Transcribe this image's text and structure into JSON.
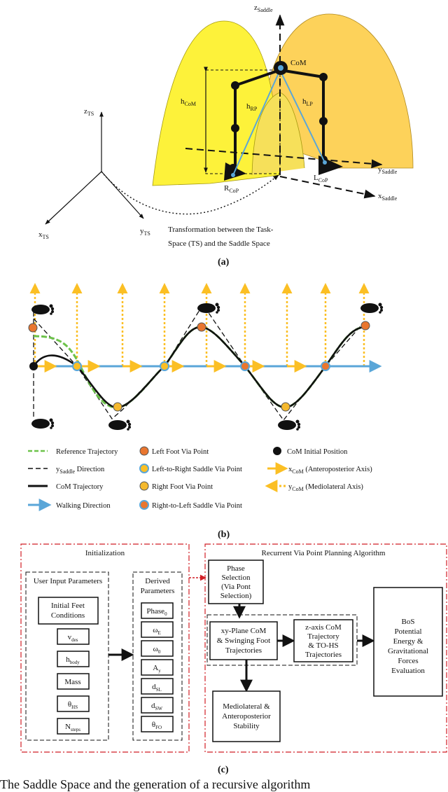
{
  "panel_a": {
    "label": "(a)",
    "z_saddle": "z",
    "z_saddle_sub": "Saddle",
    "com": "CoM",
    "h_com": "h",
    "h_com_sub": "CoM",
    "h_rp": "h",
    "h_rp_sub": "RP",
    "h_lp": "h",
    "h_lp_sub": "LP",
    "y_saddle": "y",
    "y_saddle_sub": "Saddle",
    "x_saddle": "x",
    "x_saddle_sub": "Saddle",
    "l_cop": "L",
    "l_cop_sub": "CoP",
    "r_cop": "R",
    "r_cop_sub": "CoP",
    "z_ts": "z",
    "z_ts_sub": "TS",
    "x_ts": "x",
    "x_ts_sub": "TS",
    "y_ts": "y",
    "y_ts_sub": "TS",
    "transform_line1": "Transformation between the Task-",
    "transform_line2": "Space (TS) and the Saddle Space",
    "colors": {
      "yellow": "#fdf23a",
      "orange": "#fdd25a",
      "blue": "#5aa6d8"
    }
  },
  "panel_b": {
    "label": "(b)",
    "legend": {
      "reference_trajectory": "Reference Trajectory",
      "y_saddle_direction": "y",
      "y_saddle_direction_sub": "Saddle",
      "y_saddle_direction_tail": " Direction",
      "com_trajectory": "CoM Trajectory",
      "walking_direction": "Walking Direction",
      "left_foot_via": "Left Foot Via Point",
      "left_to_right_saddle_via": "Left-to-Right Saddle Via Point",
      "right_foot_via": "Right Foot Via Point",
      "right_to_left_saddle_via": "Right-to-Left Saddle Via Point",
      "com_initial_position": "CoM Initial Position",
      "x_com": "x",
      "x_com_sub": "CoM",
      "x_com_tail": " (Anteroposterior Axis)",
      "y_com": "y",
      "y_com_sub": "CoM",
      "y_com_tail": " (Mediolateral Axis)"
    },
    "colors": {
      "orange_arrow": "#fbbf24",
      "blue_arrow": "#5aa6d8",
      "green": "#6cc24a",
      "left_foot": "#e9762f",
      "right_foot": "#f5b92e"
    }
  },
  "panel_c": {
    "label": "(c)",
    "initialization": "Initialization",
    "user_input_parameters": "User Input Parameters",
    "initial_feet_conditions_1": "Initial Feet",
    "initial_feet_conditions_2": "Conditions",
    "v_des": "v",
    "v_des_sub": "des",
    "h_body": "h",
    "h_body_sub": "body",
    "mass": "Mass",
    "theta_hs": "θ",
    "theta_hs_sub": "HS",
    "n_steps": "N",
    "n_steps_sub": "steps",
    "derived_1": "Derived",
    "derived_2": "Parameters",
    "phase0": "Phase",
    "phase0_sub": "0",
    "omega_e": "ω",
    "omega_e_sub": "E",
    "omega_0": "ω",
    "omega_0_sub": "0",
    "a_y": "A",
    "a_y_sub": "y",
    "d_sl": "d",
    "d_sl_sub": "SL",
    "d_sw": "d",
    "d_sw_sub": "SW",
    "theta_fo": "θ",
    "theta_fo_sub": "FO",
    "recurrent": "Recurrent Via Point Planning Algorithm",
    "phase_sel_1": "Phase",
    "phase_sel_2": "Selection",
    "phase_sel_3": "(Via Pont",
    "phase_sel_4": "Selection)",
    "xy_1": "xy-Plane CoM",
    "xy_2": "& Swinging Foot",
    "xy_3": "Trajectories",
    "z_1": "z-axis CoM",
    "z_2": "Trajectory",
    "z_3": "& TO-HS",
    "z_4": "Trajectories",
    "bos_1": "BoS",
    "bos_2": "Potential",
    "bos_3": "Energy &",
    "bos_4": "Gravitational",
    "bos_5": "Forces",
    "bos_6": "Evaluation",
    "medio_1": "Mediolateral &",
    "medio_2": "Anteroposterior",
    "medio_3": "Stability",
    "colors": {
      "red": "#d11f26"
    }
  },
  "caption": "The Saddle Space and the generation of a recursive algorithm"
}
